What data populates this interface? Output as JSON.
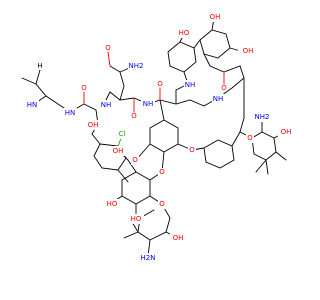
{
  "colors": {
    "background": "#ffffff",
    "carbon": "#000000",
    "oxygen": "#ff0000",
    "nitrogen": "#0000ff",
    "chlorine": "#00b000"
  },
  "labels": {
    "oh": "OH",
    "ho": "HO",
    "nh": "NH",
    "hn": "HN",
    "nh2": "NH2",
    "h2n": "H2N",
    "o": "O",
    "n": "N",
    "h": "H",
    "cl": "Cl"
  }
}
